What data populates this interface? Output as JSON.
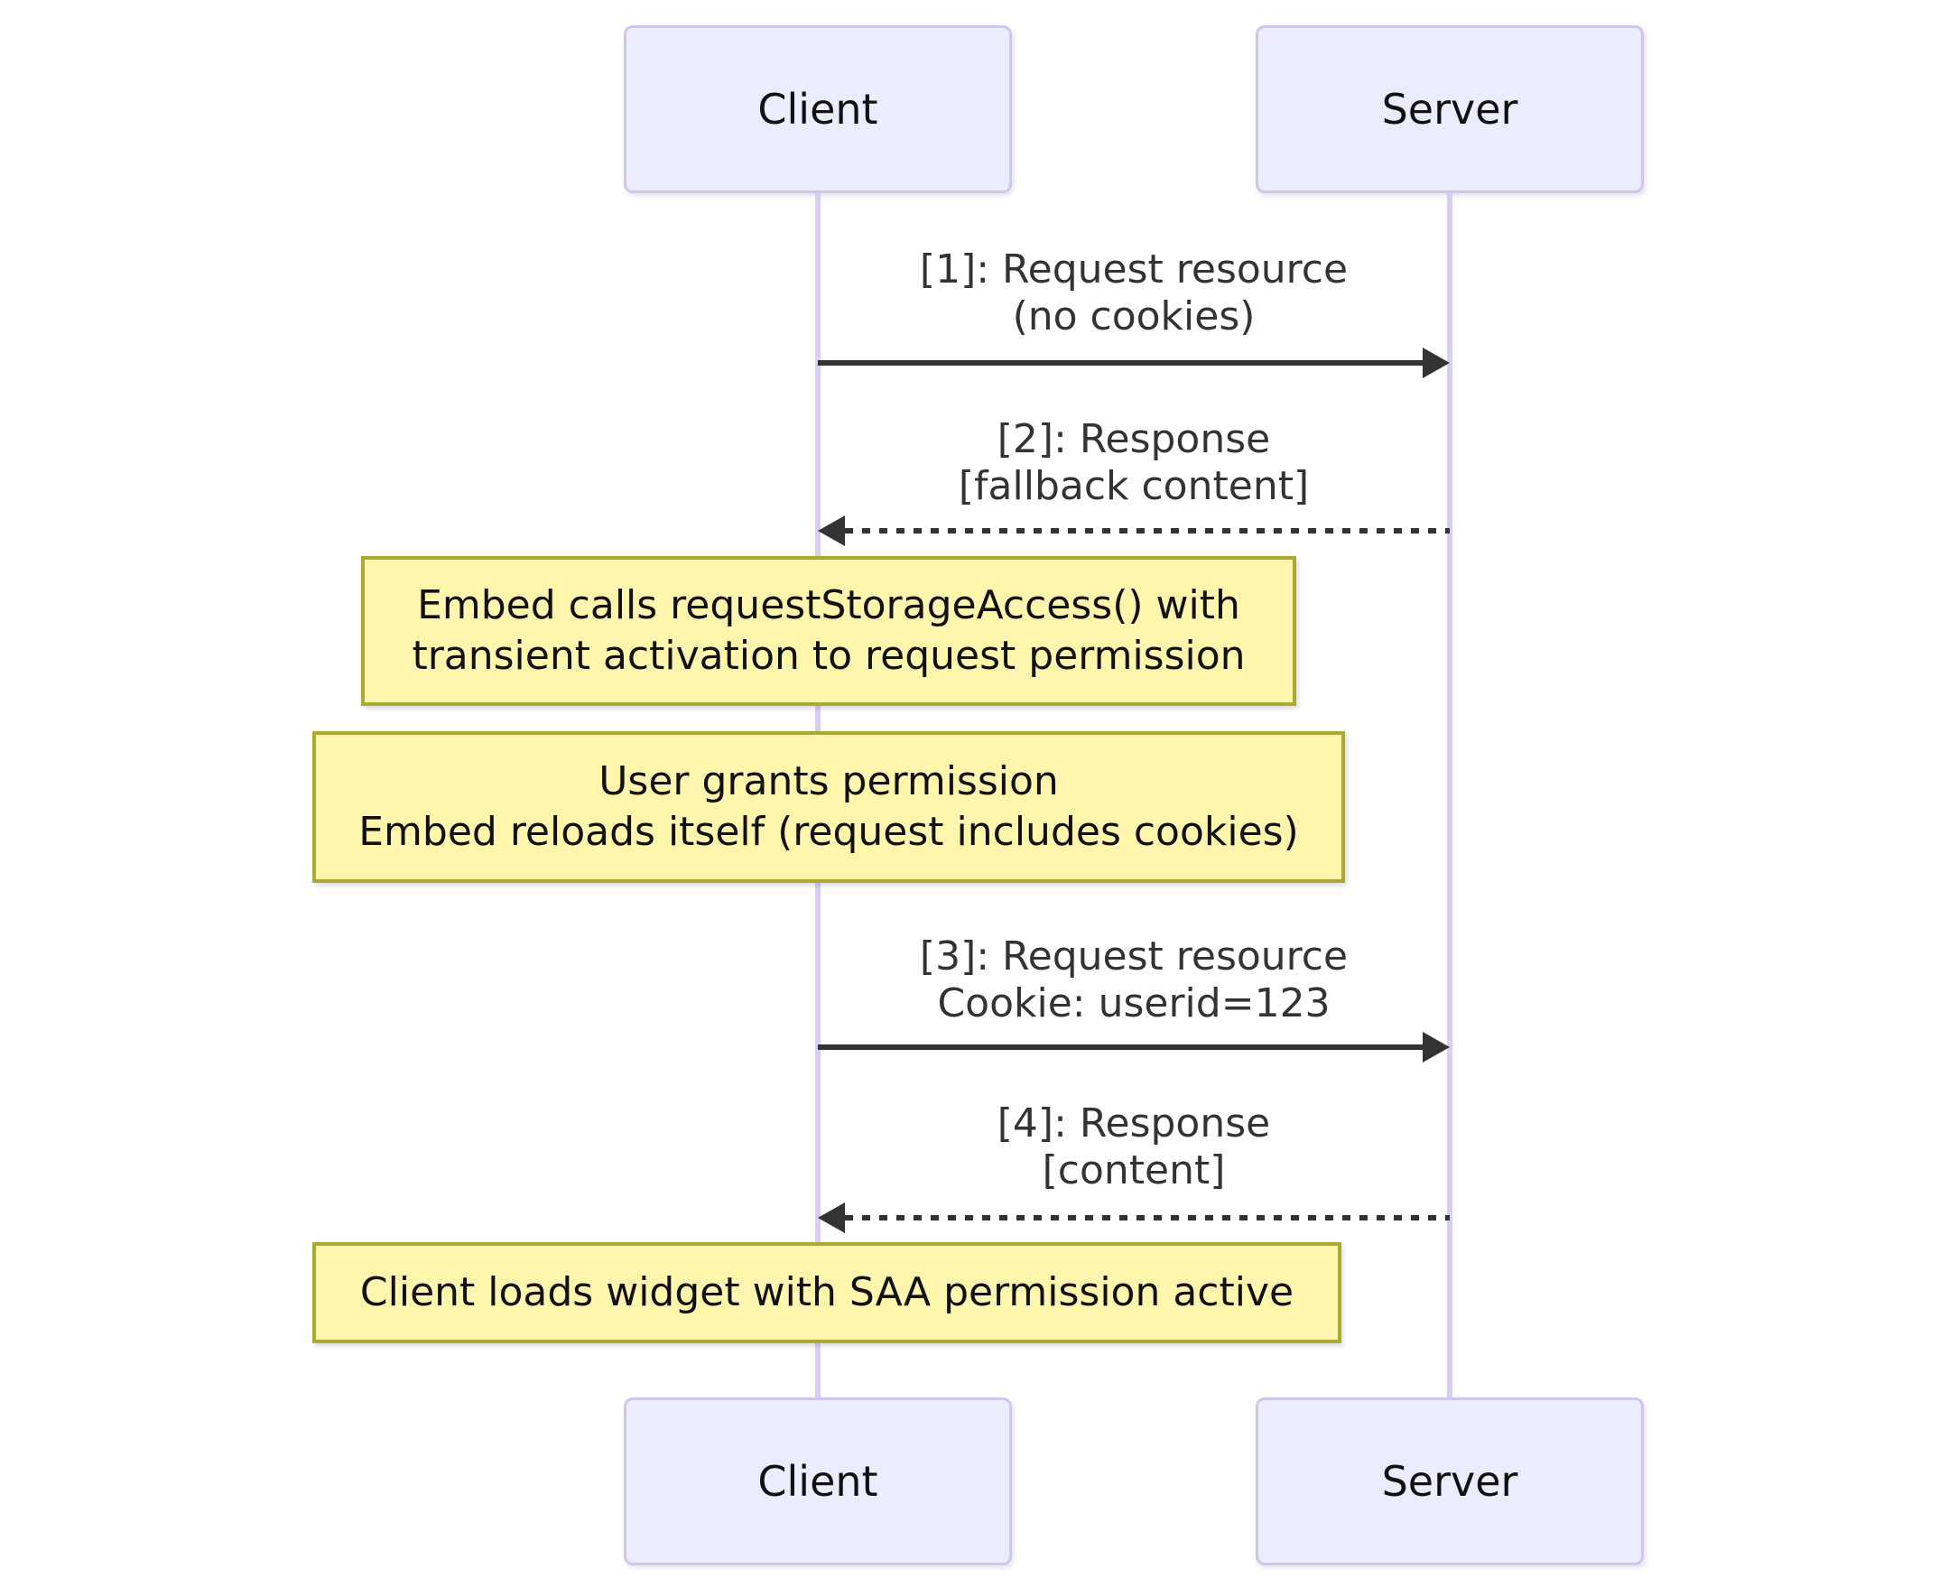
{
  "diagram": {
    "type": "sequence-diagram",
    "actors": [
      {
        "id": "client",
        "label": "Client"
      },
      {
        "id": "server",
        "label": "Server"
      }
    ],
    "messages": [
      {
        "seq": "1",
        "line1": "[1]: Request resource",
        "line2": "(no cookies)",
        "from": "Client",
        "to": "Server",
        "style": "solid"
      },
      {
        "seq": "2",
        "line1": "[2]: Response",
        "line2": "[fallback content]",
        "from": "Server",
        "to": "Client",
        "style": "dashed"
      },
      {
        "seq": "3",
        "line1": "[3]: Request resource",
        "line2": "Cookie: userid=123",
        "from": "Client",
        "to": "Server",
        "style": "solid"
      },
      {
        "seq": "4",
        "line1": "[4]: Response",
        "line2": "[content]",
        "from": "Server",
        "to": "Client",
        "style": "dashed"
      }
    ],
    "notes": [
      {
        "line1": "Embed calls requestStorageAccess() with",
        "line2": "transient activation to request permission"
      },
      {
        "line1": "User grants permission",
        "line2": "Embed reloads itself (request includes cookies)"
      },
      {
        "line1": "Client loads widget with SAA permission active"
      }
    ],
    "colors": {
      "background": "#FFFFFF",
      "actor_fill": "#ECECFF",
      "actor_border": "#D0C5EC",
      "lifeline": "#D9CEF2",
      "note_fill": "#FFF5AD",
      "note_border": "#AAAA33",
      "message_text": "#333333",
      "arrow": "#333333"
    }
  }
}
